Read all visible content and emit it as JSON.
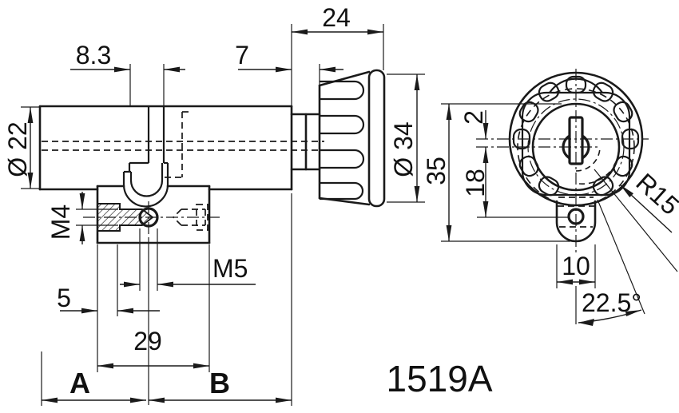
{
  "drawing": {
    "part_number": "1519A",
    "dims": {
      "knob_length": "24",
      "slot_width": "8.3",
      "neck_length": "7",
      "body_diameter": "Ø 22",
      "thread_left": "M4",
      "thread_center": "M5",
      "edge_to_hole": "5",
      "hole_spacing": "29",
      "length_a": "A",
      "length_b": "B",
      "knob_diameter": "Ø 34",
      "overall_height": "35",
      "axis_offset": "2",
      "center_height": "18",
      "knob_radius": "R15",
      "lug_width": "10",
      "rotation_angle": "22.5°"
    }
  }
}
